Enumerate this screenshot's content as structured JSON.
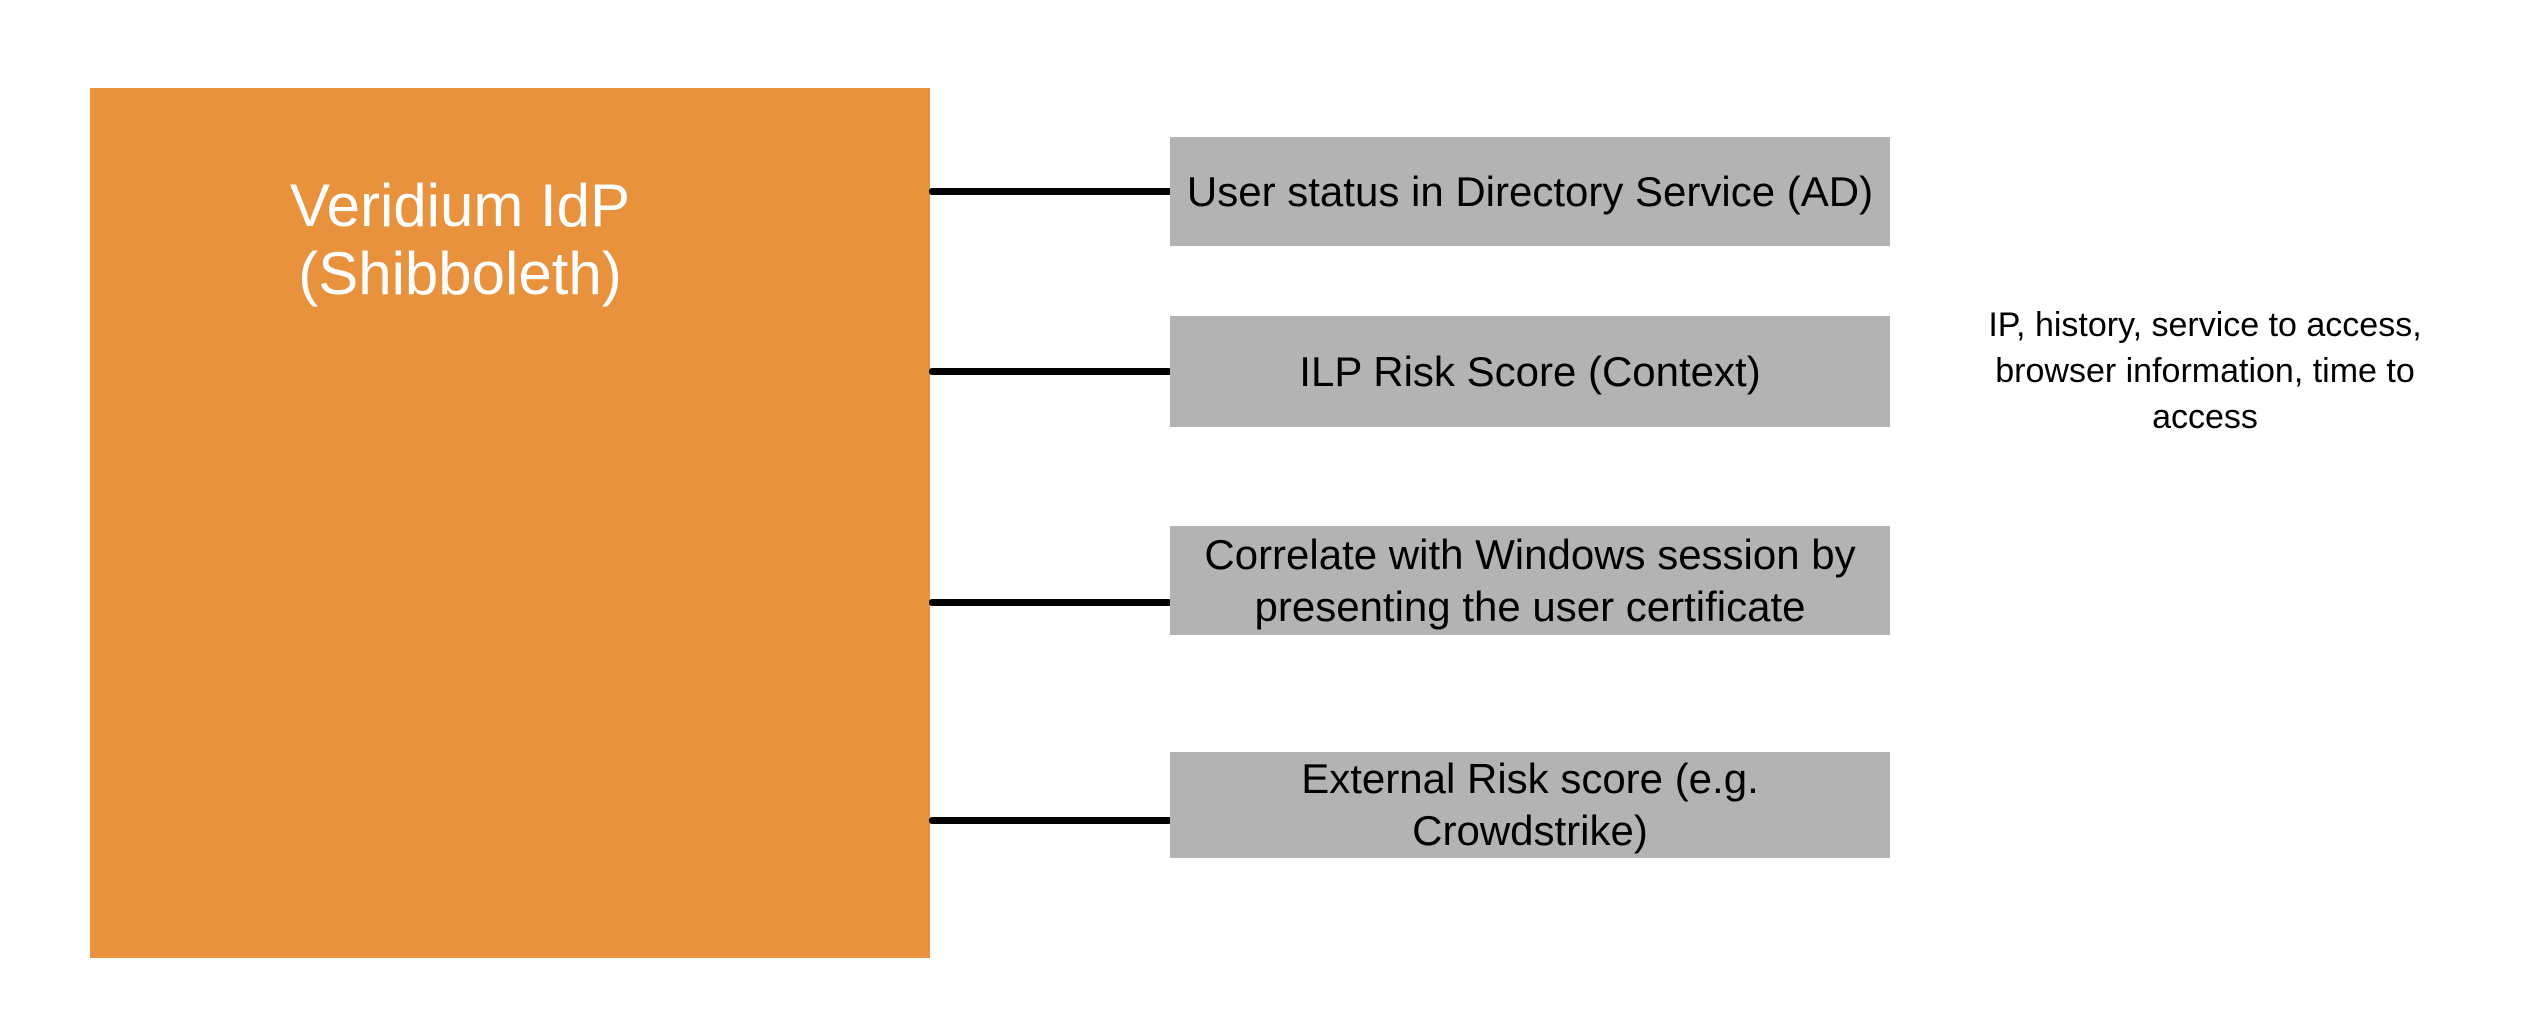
{
  "colors": {
    "background": "#FFFFFF",
    "idp_fill": "#E8923D",
    "idp_text": "#FFFFFF",
    "factor_fill": "#B3B3B3",
    "factor_text": "#000000",
    "connector": "#000000"
  },
  "idp": {
    "line1": "Veridium IdP",
    "line2": "(Shibboleth)"
  },
  "factors": [
    {
      "label": "User status in Directory Service (AD)"
    },
    {
      "label": "ILP Risk Score (Context)"
    },
    {
      "label": "Correlate with Windows session by presenting the user certificate"
    },
    {
      "label": "External Risk score (e.g. Crowdstrike)"
    }
  ],
  "annotation": {
    "text": "IP, history, service to access, browser information, time to access"
  }
}
